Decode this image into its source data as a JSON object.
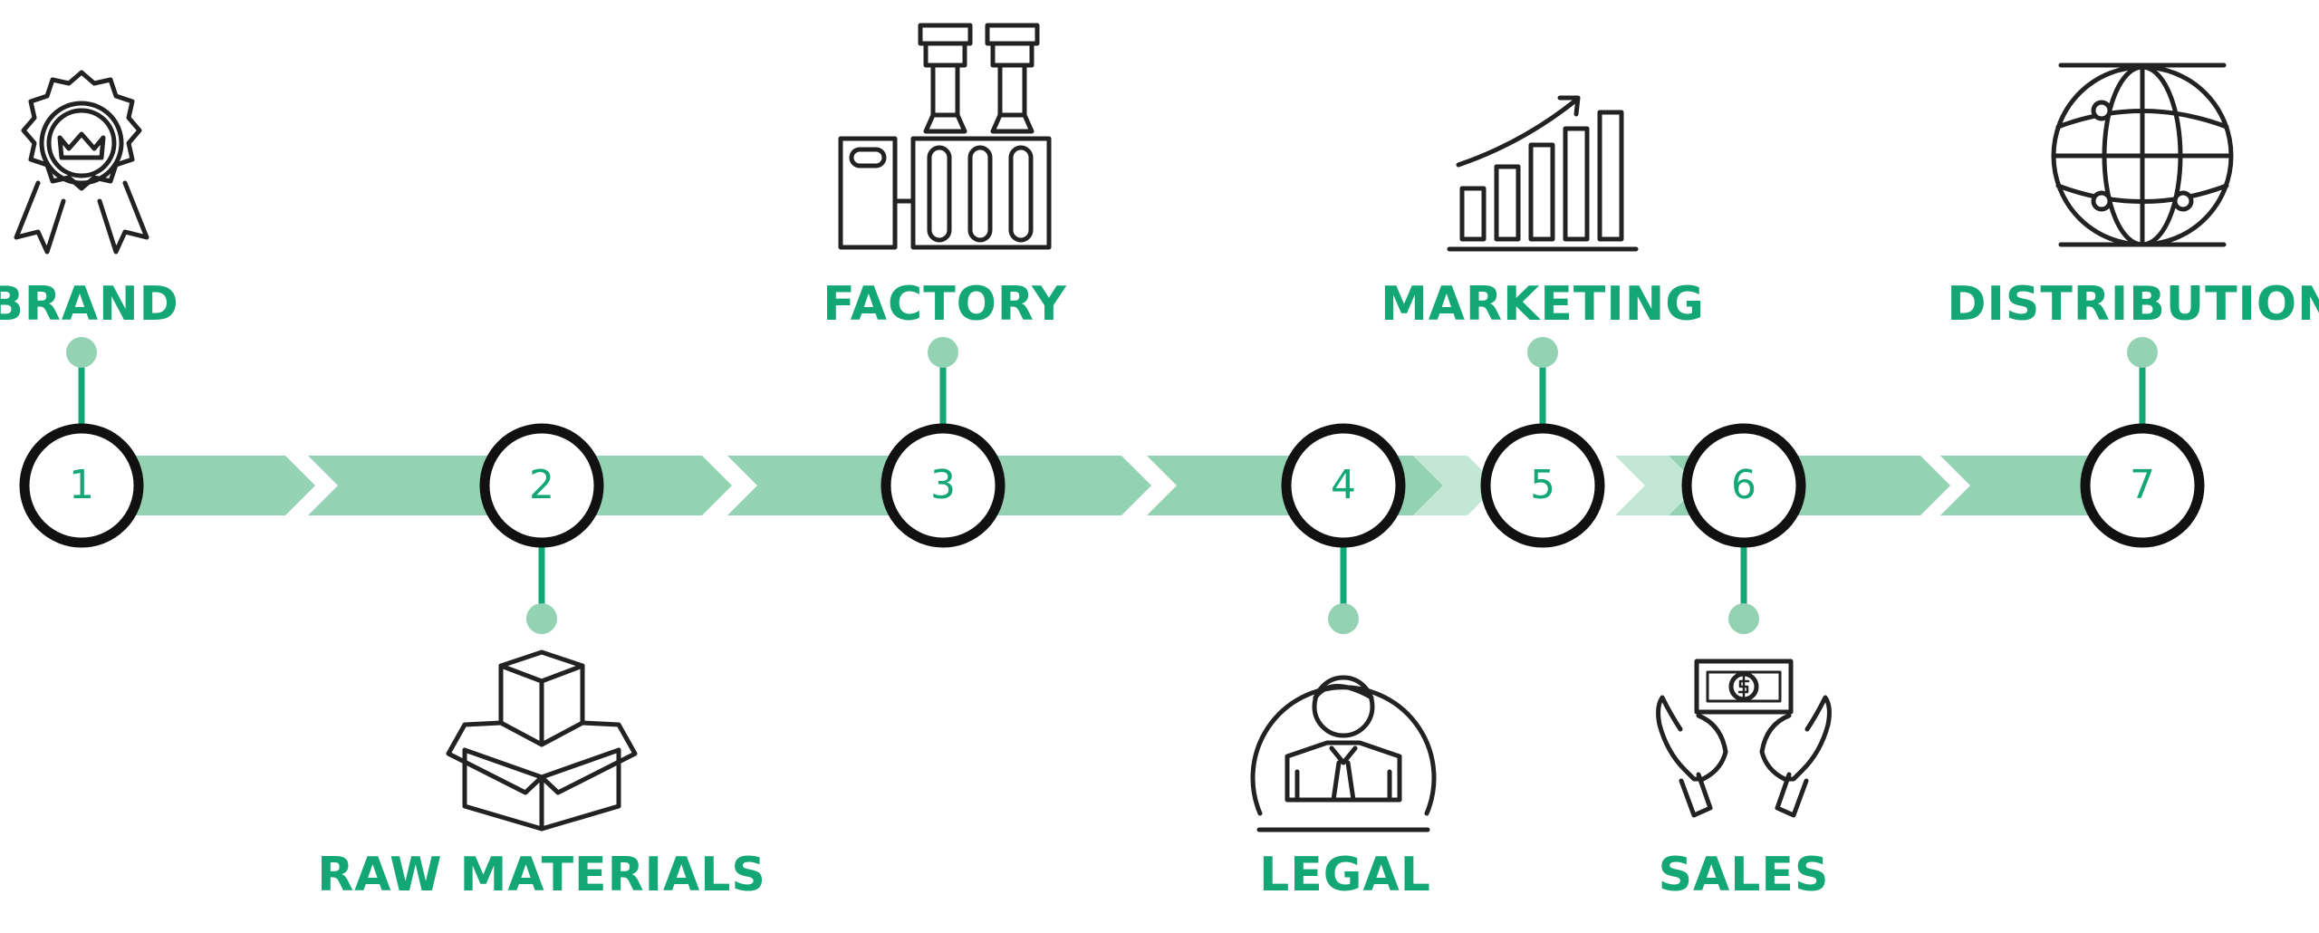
{
  "colors": {
    "band": "#93d2b3",
    "band_light": "#c2e7d4",
    "accent": "#13a775",
    "dot": "#93d2b3",
    "ring": "#111111",
    "icon": "#222222"
  },
  "steps": [
    {
      "number": "1",
      "label": "BRAND",
      "icon": "award-badge-icon"
    },
    {
      "number": "2",
      "label": "RAW MATERIALS",
      "icon": "boxes-icon"
    },
    {
      "number": "3",
      "label": "FACTORY",
      "icon": "factory-icon"
    },
    {
      "number": "4",
      "label": "LEGAL",
      "icon": "lawyer-icon"
    },
    {
      "number": "5",
      "label": "MARKETING",
      "icon": "growth-chart-icon"
    },
    {
      "number": "6",
      "label": "SALES",
      "icon": "money-hands-icon"
    },
    {
      "number": "7",
      "label": "DISTRIBUTION",
      "icon": "globe-icon"
    }
  ]
}
